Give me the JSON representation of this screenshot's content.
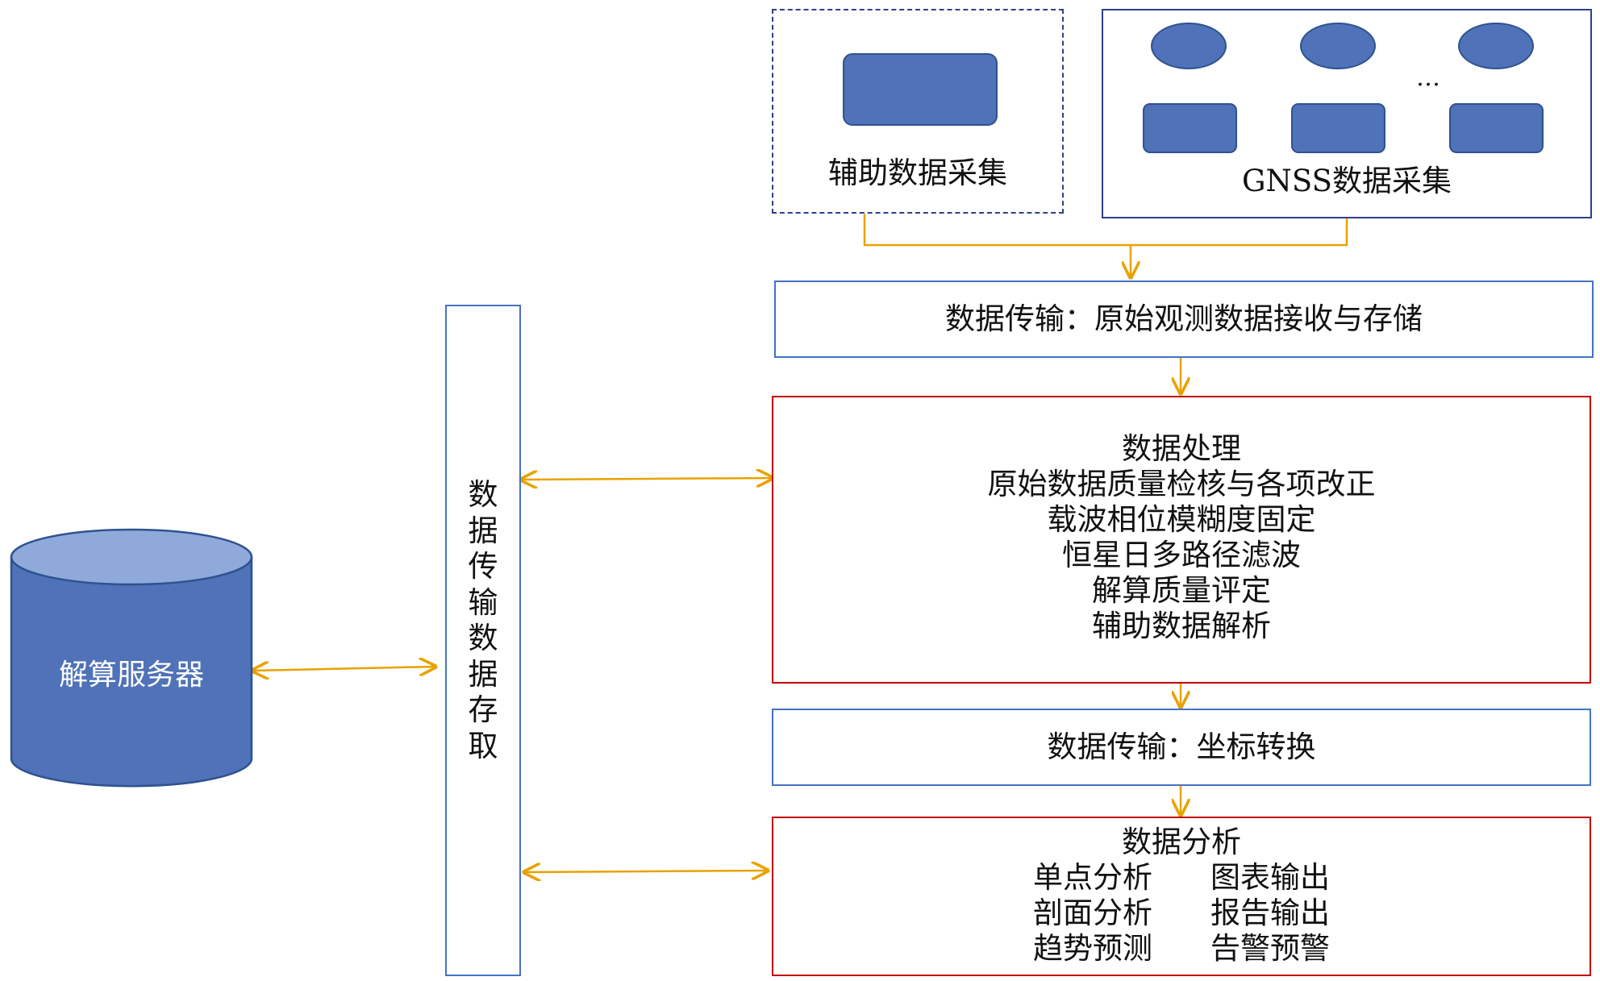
{
  "server": {
    "label": "解算服务器"
  },
  "transfer_column": {
    "chars": [
      "数",
      "据",
      "传",
      "输",
      "数",
      "据",
      "存",
      "取"
    ]
  },
  "aux_collection": {
    "label": "辅助数据采集"
  },
  "gnss_collection": {
    "label": "GNSS数据采集",
    "ellipsis": "…"
  },
  "transfer_raw": {
    "label": "数据传输：原始观测数据接收与存储"
  },
  "processing": {
    "lines": [
      "数据处理",
      "原始数据质量检核与各项改正",
      "载波相位模糊度固定",
      "恒星日多路径滤波",
      "解算质量评定",
      "辅助数据解析"
    ]
  },
  "transfer_coord": {
    "label": "数据传输：坐标转换"
  },
  "analysis": {
    "title": "数据分析",
    "items": [
      "单点分析",
      "图表输出",
      "剖面分析",
      "报告输出",
      "趋势预测",
      "告警预警"
    ]
  },
  "colors": {
    "arrow": "#e8a200",
    "shape_fill": "#4f72b8",
    "blue_border": "#4472c4",
    "red_border": "#c00000"
  }
}
